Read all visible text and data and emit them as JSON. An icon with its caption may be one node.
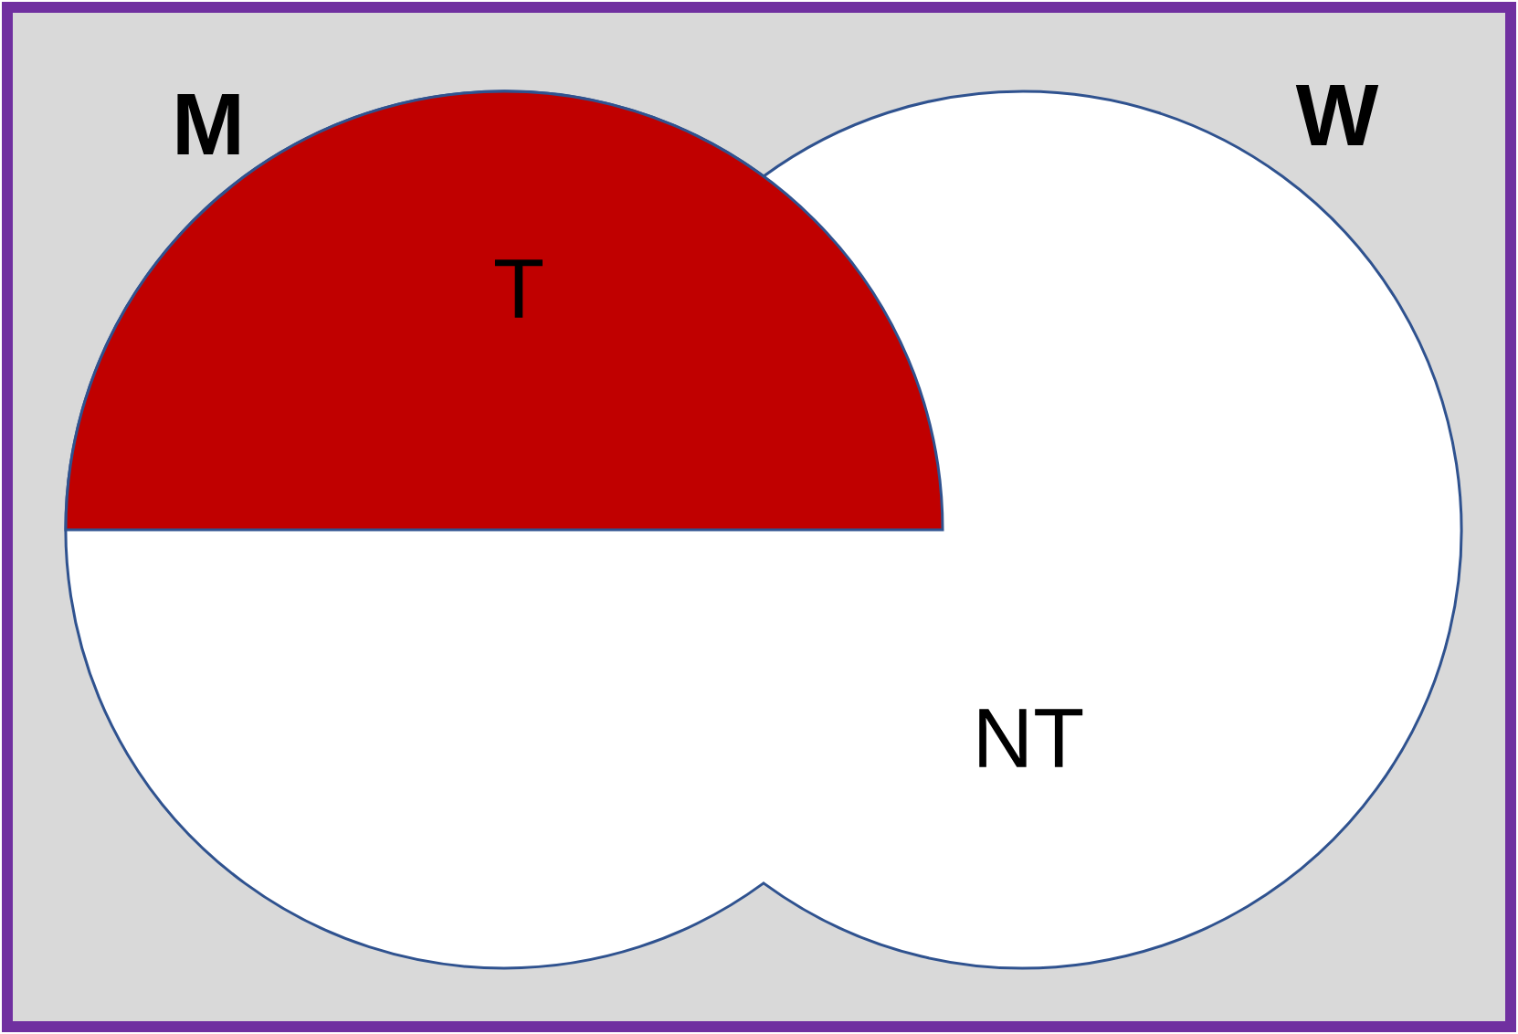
{
  "diagram": {
    "nodes": [
      {
        "text": [
          "M"
        ]
      },
      {
        "text": [
          "W"
        ]
      },
      {
        "text": [
          "T"
        ]
      }
    ],
    "labels": [
      "NT"
    ]
  }
}
